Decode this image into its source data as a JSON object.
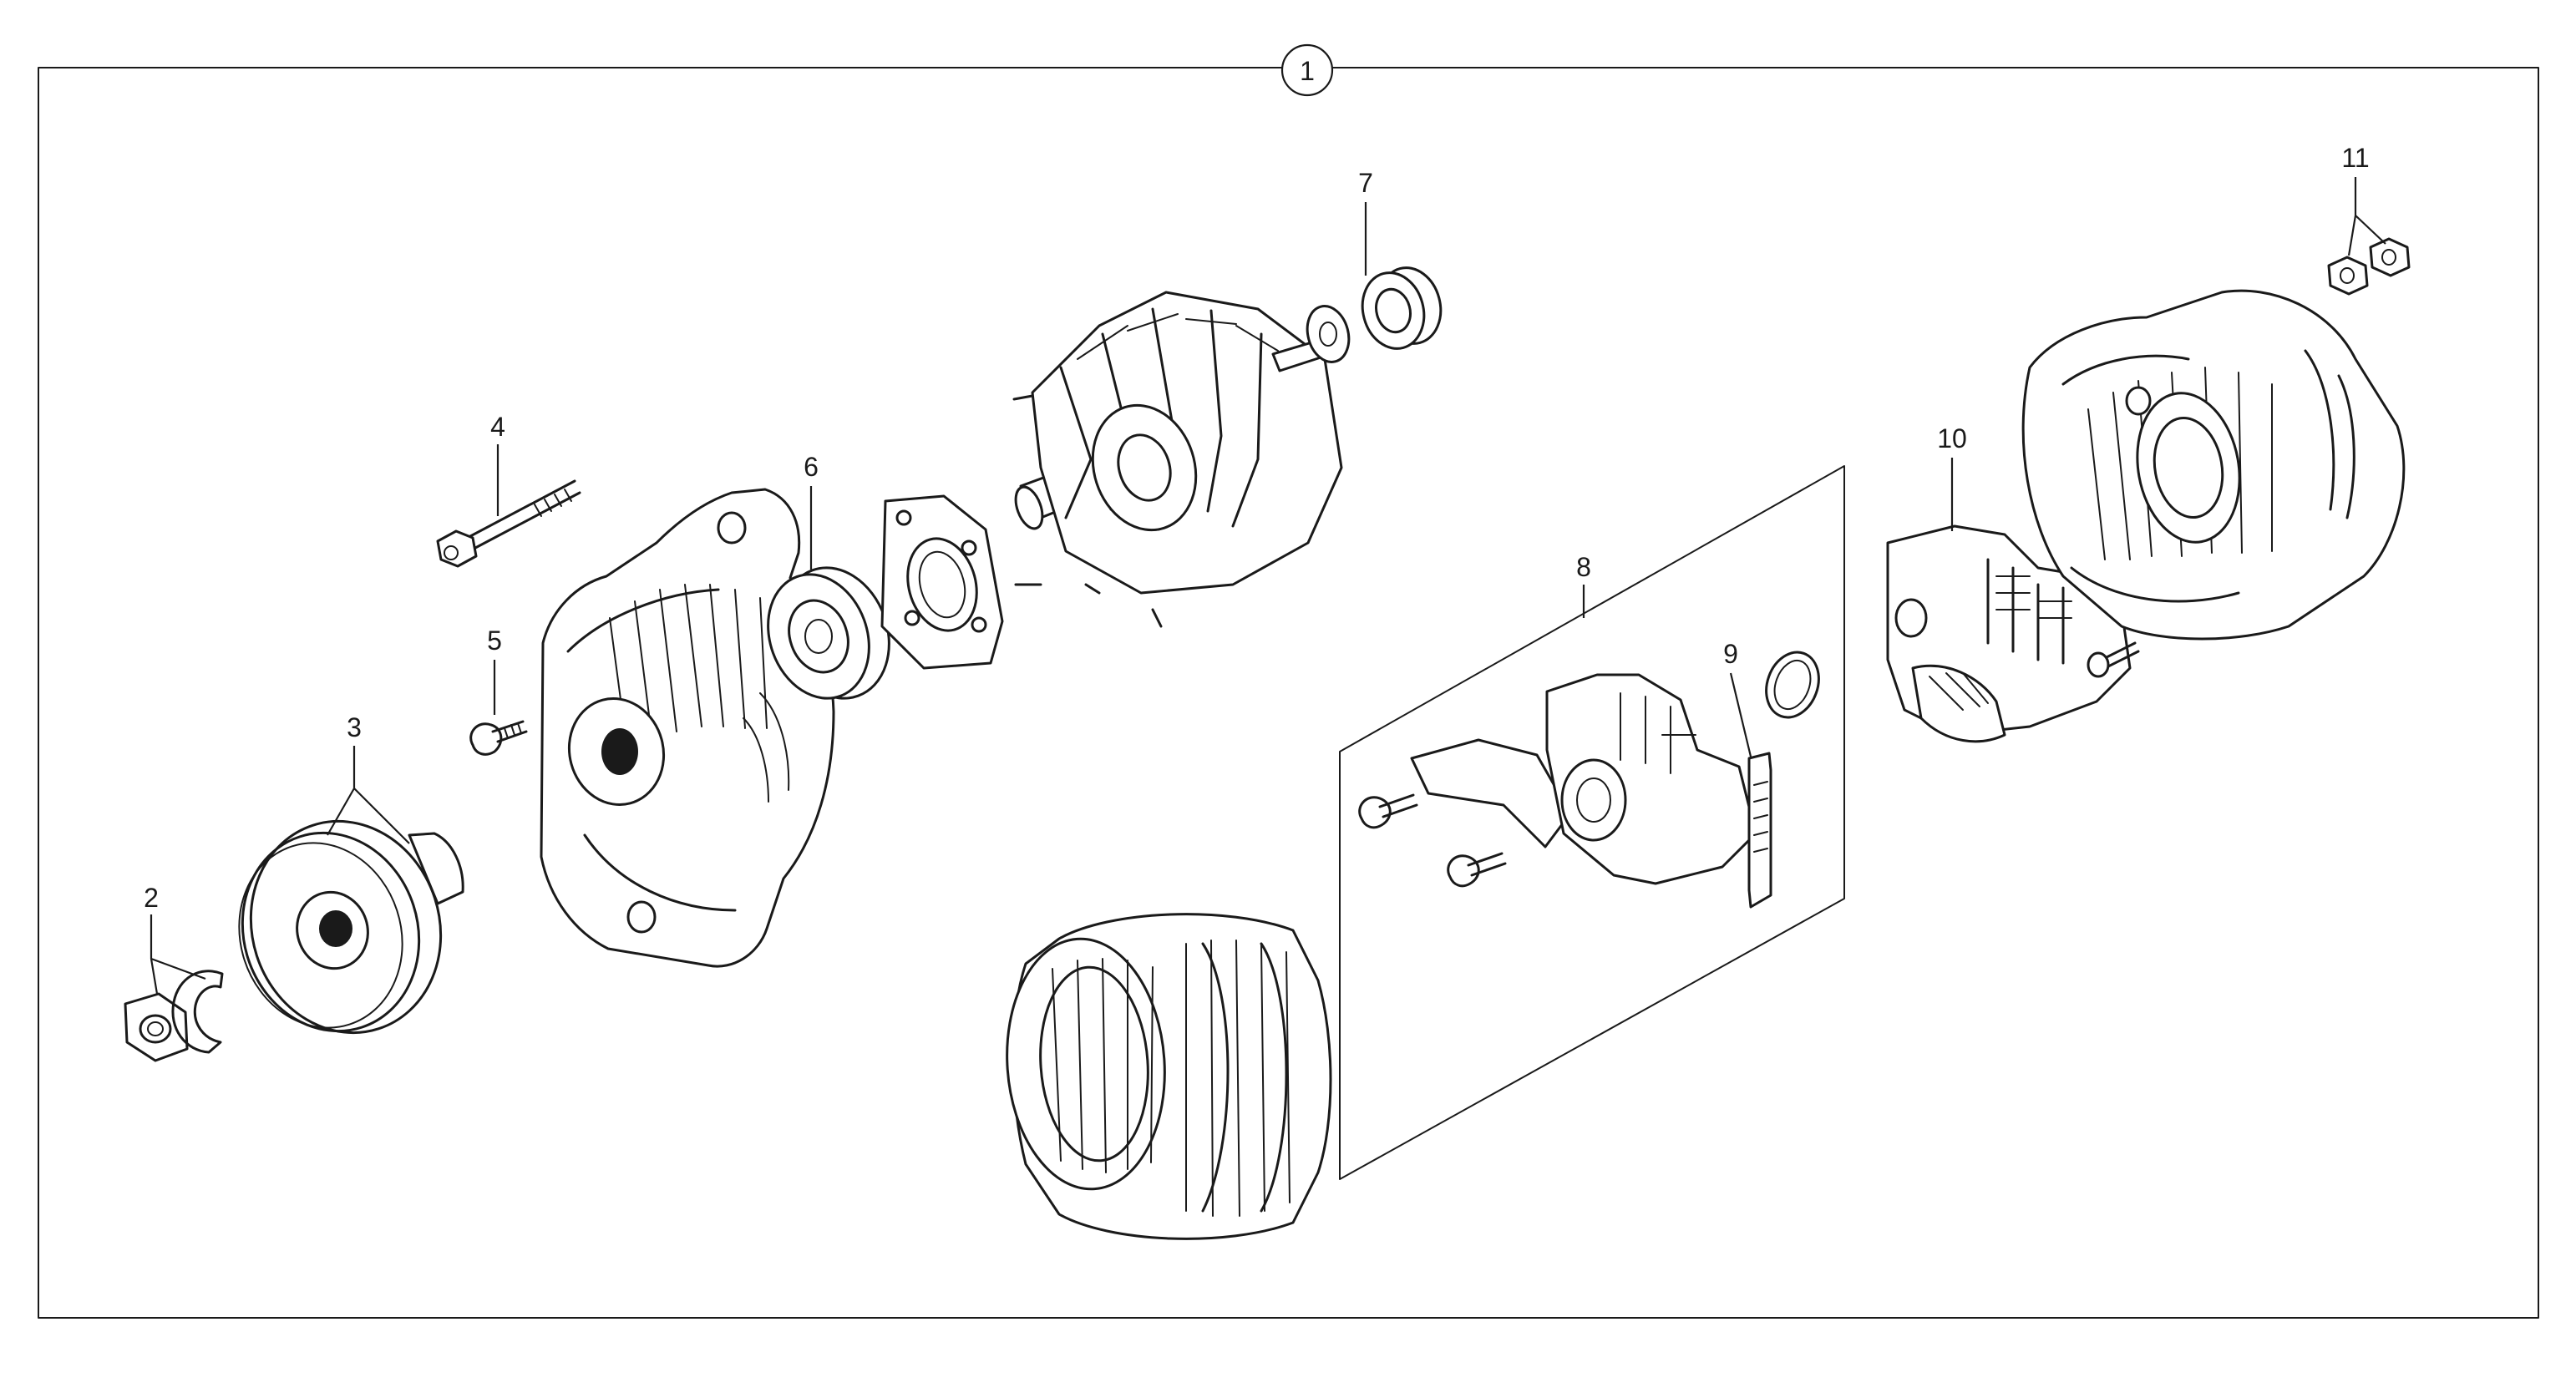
{
  "labels": {
    "assembly": "1",
    "p2": "2",
    "p3": "3",
    "p4": "4",
    "p5": "5",
    "p6": "6",
    "p7": "7",
    "p8": "8",
    "p9": "9",
    "p10": "10",
    "p11": "11"
  }
}
